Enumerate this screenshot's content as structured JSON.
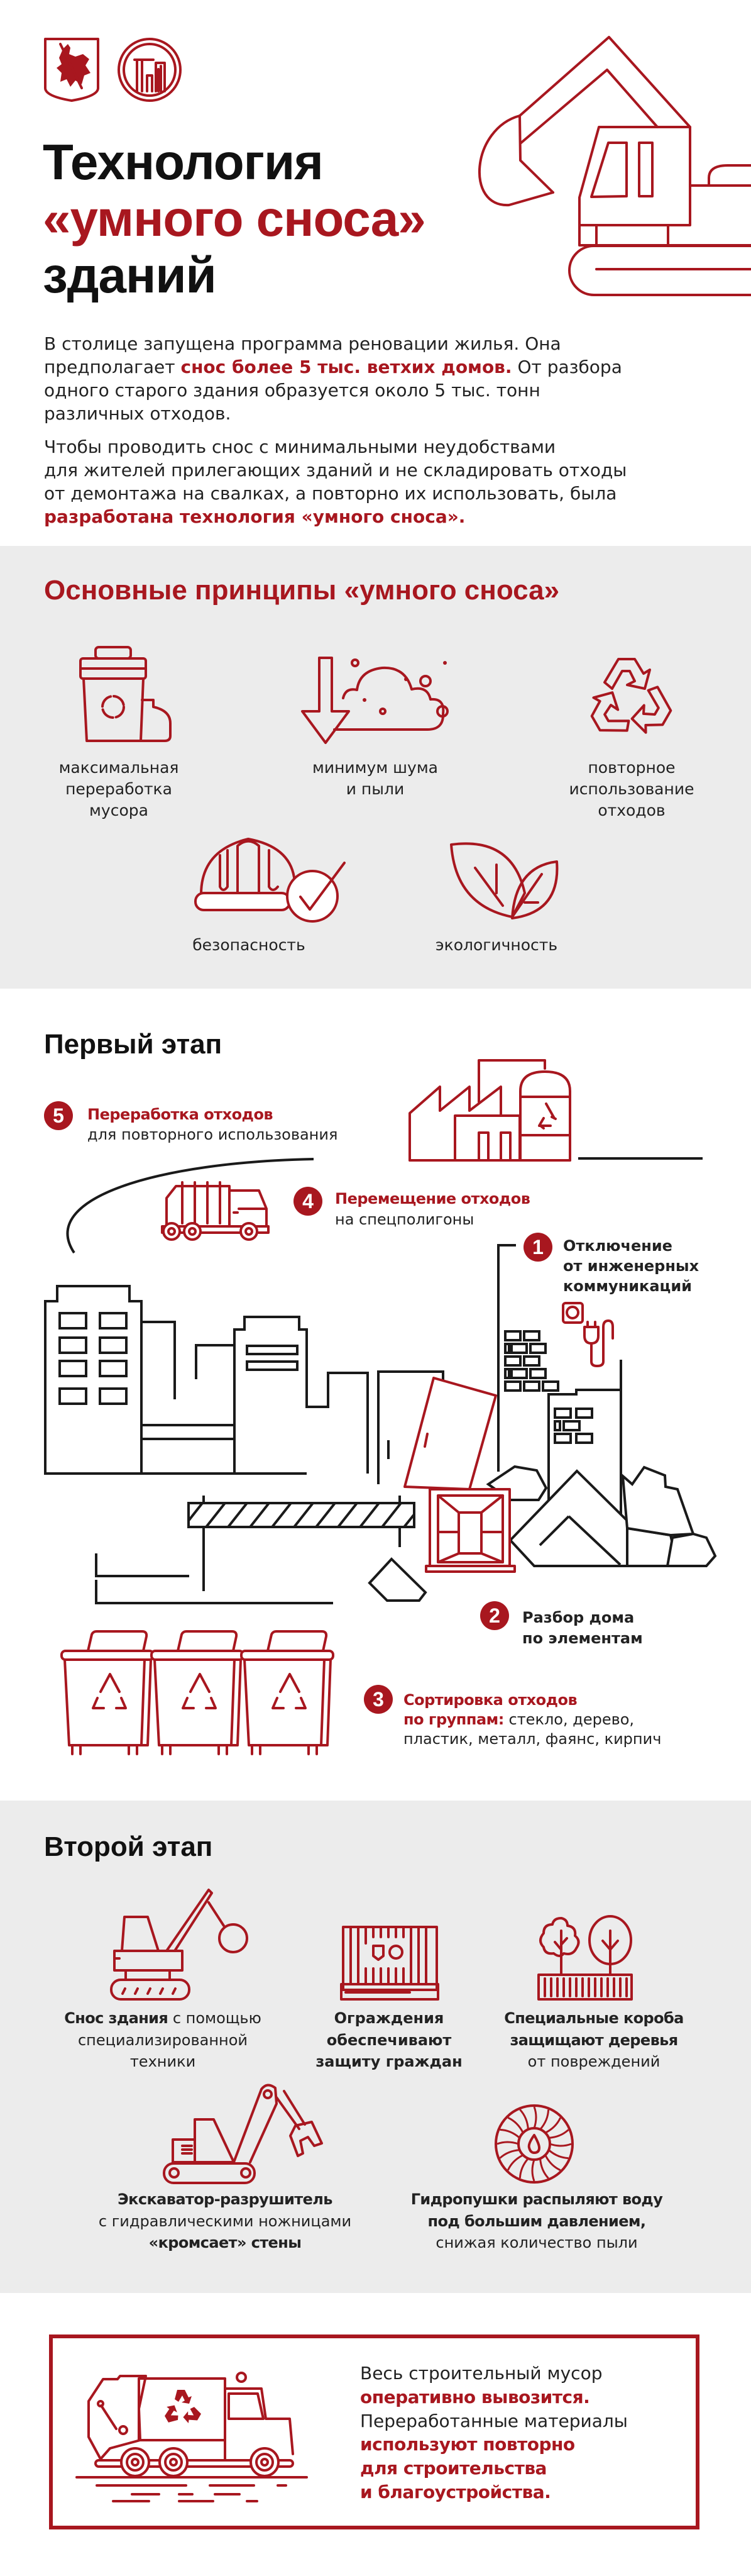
{
  "colors": {
    "accent": "#a8171f",
    "panel": "#ececec",
    "text": "#1a1a1a"
  },
  "header": {
    "title_line1": "Технология",
    "title_line2": "«умного сноса»",
    "title_line3": "зданий"
  },
  "intro": {
    "p1": [
      [
        "В столице запущена программа реновации жилья. Она"
      ],
      [
        "предполагает ",
        "снос более 5 тыс. ветхих домов.",
        " От разбора"
      ],
      [
        "одного старого здания образуется около 5 тыс. тонн"
      ],
      [
        "различных отходов."
      ]
    ],
    "p2": [
      [
        "Чтобы проводить снос с минимальными неудобствами"
      ],
      [
        "для жителей прилегающих зданий и не складировать отходы"
      ],
      [
        "от демонтажа на свалках, а повторно их использовать, была"
      ],
      [
        "разработана технология «умного сноса»."
      ]
    ]
  },
  "principles": {
    "heading": "Основные принципы «умного сноса»",
    "items": [
      {
        "icon": "recycle-bin-icon",
        "lines": [
          "максимальная",
          "переработка",
          "мусора"
        ]
      },
      {
        "icon": "noise-dust-icon",
        "lines": [
          "минимум шума",
          "и пыли"
        ]
      },
      {
        "icon": "recycle-icon",
        "lines": [
          "повторное",
          "использование",
          "отходов"
        ]
      },
      {
        "icon": "helmet-check-icon",
        "lines": [
          "безопасность"
        ]
      },
      {
        "icon": "leaves-icon",
        "lines": [
          "экологичность"
        ]
      }
    ]
  },
  "stage1": {
    "heading": "Первый этап",
    "steps": [
      {
        "num": "1",
        "lines": [
          "Отключение",
          "от инженерных",
          "коммуникаций"
        ]
      },
      {
        "num": "2",
        "lines": [
          "Разбор дома",
          "по элементам"
        ]
      },
      {
        "num": "3",
        "title": "Сортировка отходов",
        "group_label": "по группам:",
        "group_rest": " стекло, дерево,",
        "line3": "пластик, металл, фаянс, кирпич"
      },
      {
        "num": "4",
        "title": "Перемещение отходов",
        "sub": "на спецполигоны"
      },
      {
        "num": "5",
        "title": "Переработка отходов",
        "sub": "для повторного использования"
      }
    ]
  },
  "stage2": {
    "heading": "Второй этап",
    "items": [
      {
        "icon": "wrecking-ball-crane-icon",
        "l1b": "Снос здания",
        "l1": " с помощью",
        "l2": "специализированной",
        "l3": "техники"
      },
      {
        "icon": "fence-icon",
        "l1b": "Ограждения",
        "l2b": "обеспечивают",
        "l3b": "защиту граждан"
      },
      {
        "icon": "tree-box-icon",
        "l1b": "Специальные короба",
        "l2b": "защищают деревья",
        "l3": "от повреждений"
      },
      {
        "icon": "excavator-shears-icon",
        "l1b": "Экскаватор-разрушитель",
        "l2": "с гидравлическими ножницами",
        "l3b": "«кромсает» стены"
      },
      {
        "icon": "water-cannon-icon",
        "l1b": "Гидропушки распыляют воду",
        "l2b": "под большим давлением,",
        "l3": "снижая количество пыли"
      }
    ]
  },
  "final": {
    "lines": [
      {
        "text": "Весь строительный мусор",
        "hl": false
      },
      {
        "text": "оперативно вывозится.",
        "hl": true
      },
      {
        "text": "Переработанные материалы",
        "hl": false
      },
      {
        "text": "используют повторно",
        "hl": true
      },
      {
        "text": "для строительства",
        "hl": true
      },
      {
        "text": "и благоустройства.",
        "hl": true
      }
    ]
  }
}
